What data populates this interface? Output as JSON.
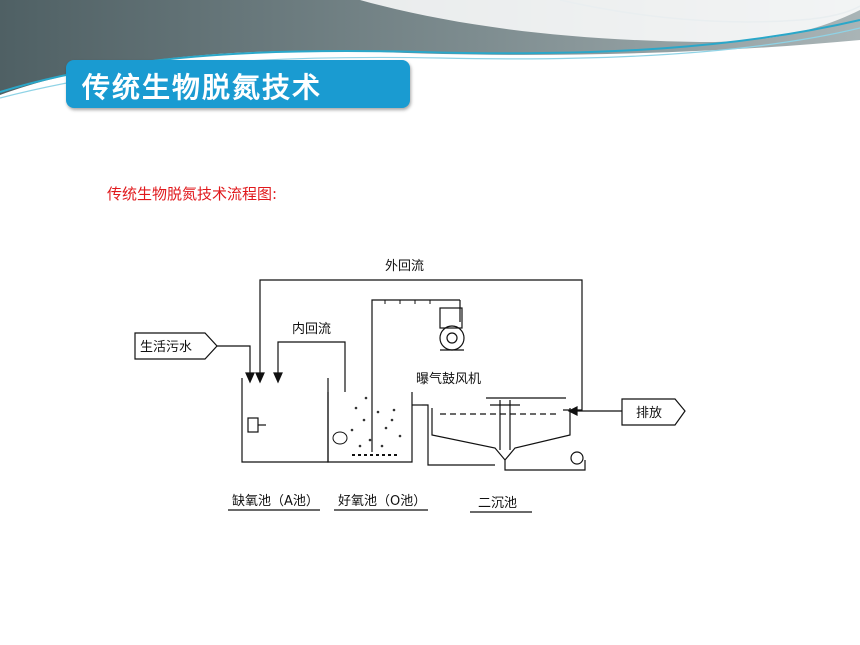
{
  "slide": {
    "title": "传统生物脱氮技术",
    "subtitle": "传统生物脱氮技术流程图:"
  },
  "diagram": {
    "labels": {
      "external_return": "外回流",
      "internal_return": "内回流",
      "raw_wastewater": "生活污水",
      "blower": "曝气鼓风机",
      "discharge": "排放",
      "anoxic_tank": "缺氧池（A池）",
      "aerobic_tank": "好氧池（O池）",
      "secondary_clarifier": "二沉池"
    }
  },
  "colors": {
    "title_bg": "#1a9bd1",
    "subtitle": "#e0191c",
    "banner_dark": "#5e6f73",
    "banner_accent": "#2aa7c9"
  }
}
